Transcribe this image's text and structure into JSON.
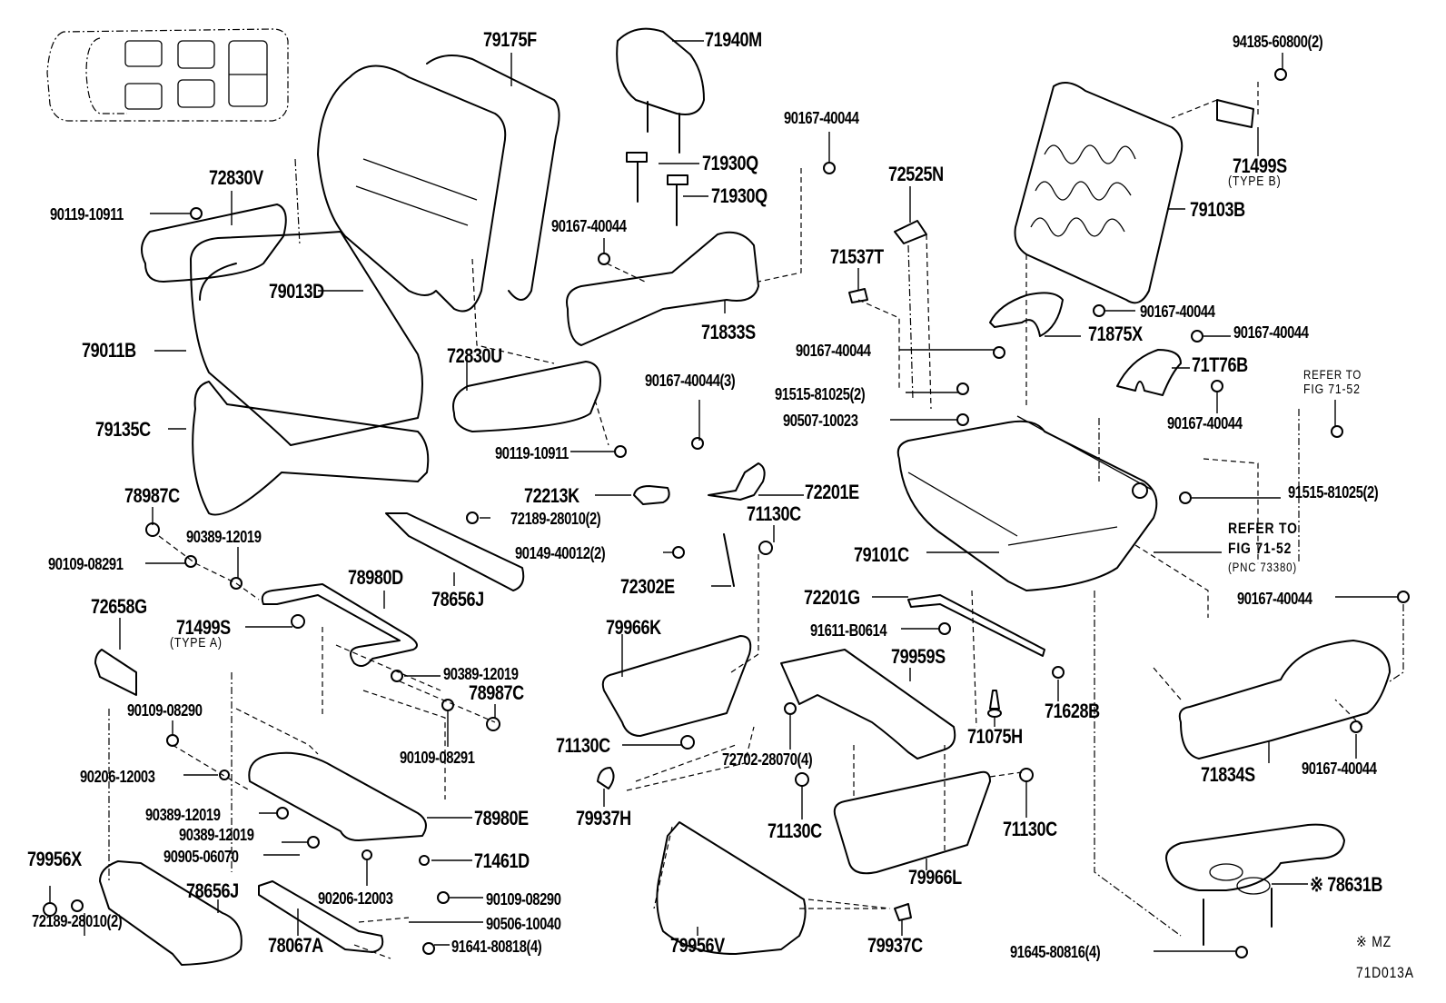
{
  "diagram": {
    "title": "Seat parts exploded view",
    "figure_code": "71D013A",
    "note_symbol": "※",
    "note_text": "MZ"
  },
  "labels": {
    "p79175F": "79175F",
    "p71940M": "71940M",
    "p94185_60800": "94185-60800(2)",
    "p72830V": "72830V",
    "p90119_10911_a": "90119-10911",
    "p90167_40044_a": "90167-40044",
    "p71930Q_a": "71930Q",
    "p71930Q_b": "71930Q",
    "p72525N": "72525N",
    "p71499S_b": "71499S",
    "p71499S_b_type": "(TYPE B)",
    "p79103B": "79103B",
    "p90167_40044_b": "90167-40044",
    "p71537T": "71537T",
    "p79013D": "79013D",
    "p71833S": "71833S",
    "p90167_40044_c": "90167-40044",
    "p71875X": "71875X",
    "p90167_40044_d": "90167-40044",
    "p90167_40044_e": "90167-40044",
    "p79011B": "79011B",
    "p72830U": "72830U",
    "p90167_40044_f": "90167-40044",
    "p71T76B": "71T76B",
    "p90167_40044_3": "90167-40044(3)",
    "p91515_81025_a": "91515-81025(2)",
    "refer_to_a": "REFER TO",
    "refer_fig_a": "FIG 71-52",
    "p79135C": "79135C",
    "p90507_10023": "90507-10023",
    "p90167_40044_g": "90167-40044",
    "p90119_10911_b": "90119-10911",
    "p78987C_a": "78987C",
    "p72213K": "72213K",
    "p72201E": "72201E",
    "p91515_81025_b": "91515-81025(2)",
    "p72189_28010_a": "72189-28010(2)",
    "p71130C_a": "71130C",
    "p90389_12019_a": "90389-12019",
    "p90109_08291_a": "90109-08291",
    "refer_to_b": "REFER TO",
    "refer_fig_b": "FIG 71-52",
    "refer_pnc_b": "(PNC 73380)",
    "p90149_40012": "90149-40012(2)",
    "p79101C": "79101C",
    "p78980D": "78980D",
    "p78656J_a": "78656J",
    "p72302E": "72302E",
    "p72201G": "72201G",
    "p90167_40044_h": "90167-40044",
    "p72658G": "72658G",
    "p71499S_a": "71499S",
    "p71499S_a_type": "(TYPE A)",
    "p79966K": "79966K",
    "p91611_B0614": "91611-B0614",
    "p79959S": "79959S",
    "p90389_12019_b": "90389-12019",
    "p78987C_b": "78987C",
    "p90109_08290_a": "90109-08290",
    "p71628B": "71628B",
    "p90109_08291_b": "90109-08291",
    "p71130C_b": "71130C",
    "p71075H": "71075H",
    "p72702_28070": "72702-28070(4)",
    "p71834S": "71834S",
    "p90167_40044_i": "90167-40044",
    "p90206_12003_a": "90206-12003",
    "p79937H": "79937H",
    "p71130C_c": "71130C",
    "p71130C_d": "71130C",
    "p90389_12019_c": "90389-12019",
    "p78980E": "78980E",
    "p90389_12019_d": "90389-12019",
    "p90905_06070": "90905-06070",
    "p71461D": "71461D",
    "p79956X": "79956X",
    "p78656J_b": "78656J",
    "p79966L": "79966L",
    "p90206_12003_b": "90206-12003",
    "p90109_08290_b": "90109-08290",
    "p78631B": "※ 78631B",
    "p72189_28010_b": "72189-28010(2)",
    "p90506_10040": "90506-10040",
    "p78067A": "78067A",
    "p91641_80818": "91641-80818(4)",
    "p79956V": "79956V",
    "p79937C": "79937C",
    "p91645_80816": "91645-80816(4)"
  }
}
